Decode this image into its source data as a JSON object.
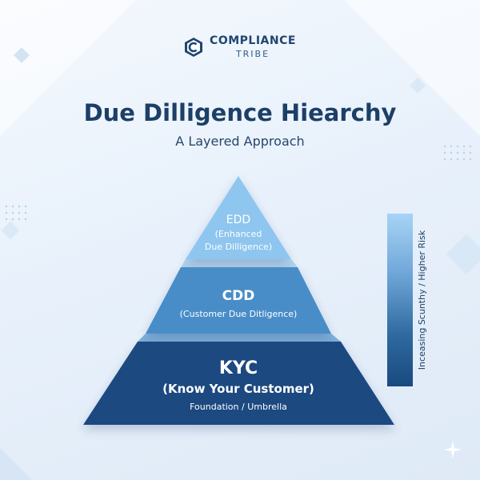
{
  "logo": {
    "name": "COMPLIANCE",
    "sub": "TRIBE"
  },
  "title": "Due Dilligence Hiearchy",
  "subtitle": "A Layered Approach",
  "tiers": [
    {
      "title": "EDD",
      "lines": [
        "(Enhanced",
        "Due Dilligence)"
      ],
      "color": "#8ec6ef"
    },
    {
      "title": "CDD",
      "lines": [
        "(Customer Due Ditligence)"
      ],
      "color": "#4a8dc8"
    },
    {
      "title": "KYC",
      "lines": [
        "(Know Your Customer)",
        "Foundation / Umbrella"
      ],
      "color": "#1a4a80"
    }
  ],
  "scale": {
    "label": "Inceasing Scunthy / Higher Risk"
  },
  "colors": {
    "title": "#1c3f67",
    "background": "#e8f1fb",
    "accent": "#184a7f"
  }
}
